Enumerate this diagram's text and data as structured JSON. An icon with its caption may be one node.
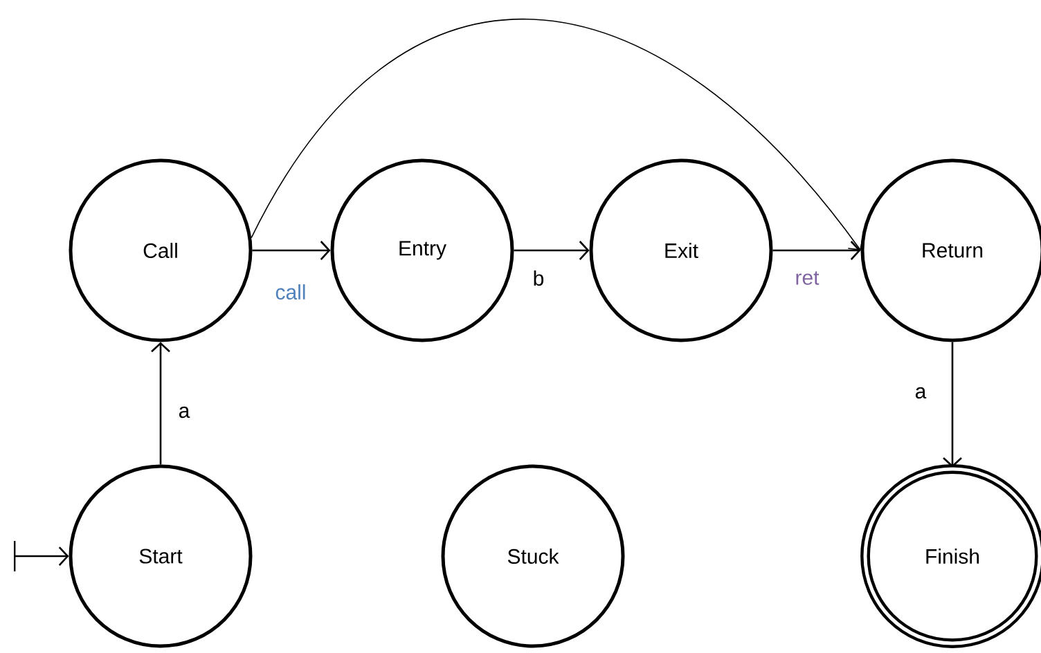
{
  "diagram": {
    "nodes": [
      {
        "text": [
          "Call"
        ]
      },
      {
        "text": [
          "Entry"
        ]
      },
      {
        "text": [
          "Exit"
        ]
      },
      {
        "text": [
          "Return"
        ]
      },
      {
        "text": [
          "Start"
        ]
      },
      {
        "text": [
          "Stuck"
        ]
      },
      {
        "text": [
          "Finish"
        ]
      }
    ],
    "edges": [
      {
        "from": null,
        "to": 4,
        "arrow": "to"
      },
      {
        "from": 4,
        "to": 0,
        "arrow": "to",
        "label": "a"
      },
      {
        "from": 0,
        "to": 1,
        "arrow": "to",
        "label": "call"
      },
      {
        "from": 1,
        "to": 2,
        "arrow": "to",
        "label": "b"
      },
      {
        "from": 2,
        "to": 3,
        "arrow": "to",
        "label": "ret"
      },
      {
        "from": 0,
        "to": 3,
        "arrow": "to"
      },
      {
        "from": 3,
        "to": 6,
        "arrow": "to",
        "label": "a"
      }
    ]
  }
}
